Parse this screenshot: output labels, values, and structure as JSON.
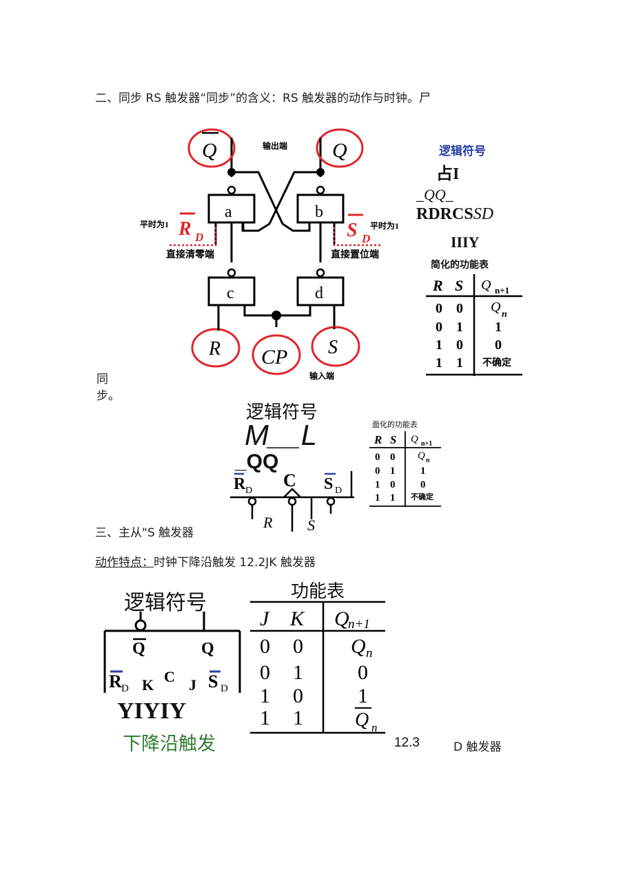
{
  "sections": {
    "s2_heading": "二、同步 RS 触发器“同步”的含义：RS 触发器的动作与时钟。尸",
    "s3_heading": "三、主从\"S 触发器",
    "action_label": "动作特点：",
    "action_text": "时钟下降沿触发 12.2JK 触发器",
    "d_num": "12.3",
    "d_text": "D 触发器",
    "tong": "同",
    "bu": "步。"
  },
  "circuit": {
    "output_label": "输出端",
    "input_label": "输入端",
    "normal_left": "平时为1",
    "normal_right": "平时为1",
    "clear_label": "直接清零端",
    "set_label": "直接置位端",
    "gate_a": "a",
    "gate_b": "b",
    "gate_c": "c",
    "gate_d": "d",
    "sig_q": "Q",
    "sig_r": "R",
    "sig_cp": "CP",
    "sig_s": "S",
    "sig_rd": "R",
    "sig_sd": "S",
    "sub_d": "D"
  },
  "right_panel": {
    "logic_symbol": "逻辑符号",
    "line1": "占I",
    "line2": "_QQ_",
    "line3a": "RDRCS",
    "line3b": "SD",
    "line4": "IIIY",
    "table_title": "简化的功能表",
    "headers": [
      "R",
      "S",
      "Q"
    ],
    "header_sub": "n+1",
    "rows": [
      [
        "0",
        "0",
        "Q"
      ],
      [
        "0",
        "1",
        "1"
      ],
      [
        "1",
        "0",
        "0"
      ],
      [
        "1",
        "1",
        "不确定"
      ]
    ],
    "qn_sub": "n"
  },
  "middle": {
    "logic_symbol": "逻辑符号",
    "line1": "M__L",
    "line2": "_QQ",
    "rd": "R",
    "c": "C",
    "sd": "S",
    "sub_d": "D",
    "r_in": "R",
    "s_in": "S",
    "table_title": "面化的功能去",
    "headers": [
      "R",
      "S",
      "Q"
    ],
    "header_sub": "n+1",
    "rows": [
      [
        "0",
        "0",
        "Q"
      ],
      [
        "0",
        "1",
        "1"
      ],
      [
        "1",
        "0",
        "0"
      ],
      [
        "1",
        "1",
        "不确定"
      ]
    ],
    "qn_sub": "n"
  },
  "jk": {
    "logic_symbol": "逻辑符号",
    "q_bar": "Q",
    "q": "Q",
    "rd": "R",
    "k": "K",
    "c": "C",
    "j": "J",
    "sd": "S",
    "sub_d": "D",
    "yiyiy": "YIYIY",
    "falling": "下降沿触发",
    "table_title": "功能表",
    "headers": [
      "J",
      "K",
      "Q"
    ],
    "header_sub": "n+1",
    "rows": [
      [
        "0",
        "0",
        "Q"
      ],
      [
        "0",
        "1",
        "0"
      ],
      [
        "1",
        "0",
        "1"
      ],
      [
        "1",
        "1",
        "Q"
      ]
    ],
    "qn_sub": "n"
  },
  "colors": {
    "red": "#e0262a",
    "blue": "#2b3fa6",
    "green": "#2f7d32"
  }
}
